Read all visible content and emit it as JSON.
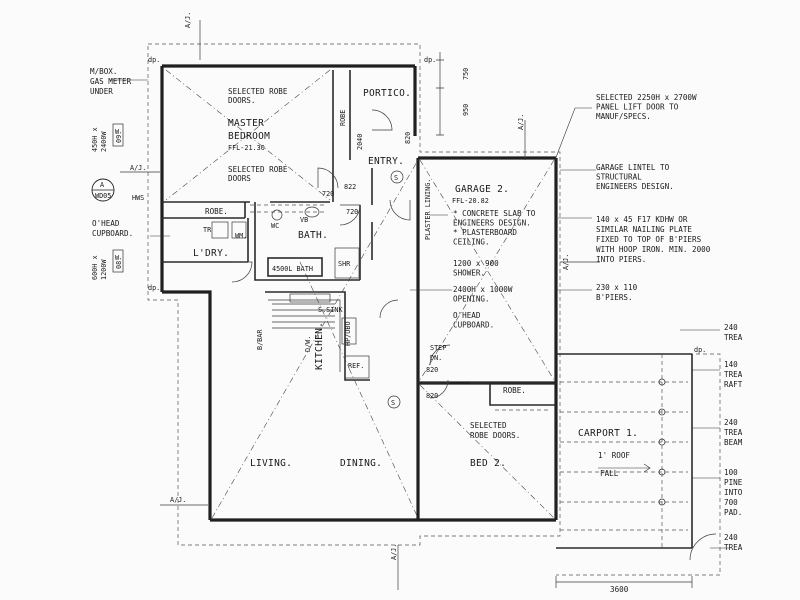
{
  "rooms": {
    "master_bedroom_line1": "MASTER",
    "master_bedroom_line2": "BEDROOM",
    "master_ffl": "FFL-21.30",
    "portico": "PORTICO.",
    "entry": "ENTRY.",
    "bath": "BATH.",
    "laundry": "L'DRY.",
    "kitchen": "KITCHEN.",
    "living": "LIVING.",
    "dining": "DINING.",
    "bed2": "BED 2.",
    "garage_line1": "GARAGE 2.",
    "garage_ffl": "FFL-20.82",
    "carport": "CARPORT 1."
  },
  "labels": {
    "selected_robe_doors_a1": "SELECTED ROBE",
    "selected_robe_doors_a2": "DOORS.",
    "selected_robe_doors_b1": "SELECTED ROBE",
    "selected_robe_doors_b2": "DOORS",
    "robe_master": "ROBE.",
    "robe_vertical": "ROBE",
    "robe_bed2": "ROBE.",
    "selected_robe_bed2_1": "SELECTED",
    "selected_robe_bed2_2": "ROBE DOORS.",
    "m_box_1": "M/BOX.",
    "m_box_2": "GAS METER",
    "m_box_3": "UNDER",
    "window_left_top_1": "450H x",
    "window_left_top_2": "2400W",
    "window_left_top_w": "W",
    "window_left_top_n": "09.",
    "window_left_bottom_1": "600H x",
    "window_left_bottom_2": "1200W",
    "window_left_bottom_w": "W",
    "window_left_bottom_n": "08.",
    "hws": "HWS",
    "wd05_top": "A",
    "wd05_bottom": "WD05",
    "ohead_cupboard_left_1": "O'HEAD",
    "ohead_cupboard_left_2": "CUPBOARD.",
    "dim_720_a": "720",
    "dim_822_a": "822",
    "dim_720_b": "720",
    "dim_2040": "2040",
    "dim_820_entry": "820",
    "dim_820_step": "820",
    "dim_820_bed": "820",
    "dim_750": "750",
    "dim_950": "950",
    "dim_3600": "3600",
    "vb": "VB",
    "wc": "WC",
    "tr": "TR",
    "wm": "WM.",
    "bath_4500l": "4500L BATH",
    "shr": "SHR",
    "s_sink": "S.SINK",
    "bar": "B/BAR",
    "dw": "D/W.",
    "hp_ubo": "HP/UBO",
    "ref": "REF.",
    "step": "STEP",
    "dn": "DN.",
    "plaster_lining": "PLASTER LINING.",
    "s_marker": "S",
    "roof_fall_1": "1' ROOF",
    "roof_fall_2": "FALL",
    "dp": "dp.",
    "grid_aj": "A/J."
  },
  "notes": {
    "lift_door": [
      "SELECTED 2250H x 2700W",
      "PANEL LIFT DOOR TO",
      "MANUF/SPECS."
    ],
    "garage_lintel": [
      "GARAGE LINTEL TO",
      "STRUCTURAL",
      "ENGINEERS DESIGN."
    ],
    "kdhw": [
      "140 x 45 F17 KDHW OR",
      "SIMILAR NAILING PLATE",
      "FIXED TO TOP OF B'PIERS",
      "WITH HOOP IRON. MIN. 2000",
      "INTO PIERS."
    ],
    "bpiers": [
      "230 x 110",
      "B'PIERS."
    ],
    "slab": [
      "* CONCRETE SLAB TO",
      "ENGINEERS DESIGN.",
      "* PLASTERBOARD",
      "CEILING."
    ],
    "shower": [
      "1200 x 900",
      "SHOWER."
    ],
    "opening": [
      "2400H x 1000W",
      "OPENING."
    ],
    "ohead_cupboard_right": [
      "O'HEAD",
      "CUPBOARD."
    ],
    "right_edge": [
      "240",
      "TREA",
      "140",
      "TREA",
      "RAFT",
      "240",
      "TREA",
      "BEAM",
      "100",
      "PINE",
      "INTO",
      "700",
      "PAD.",
      "240",
      "TREA"
    ]
  }
}
